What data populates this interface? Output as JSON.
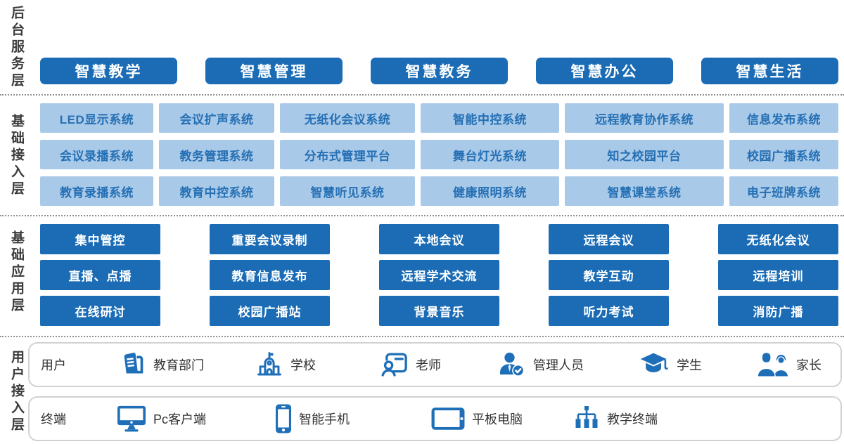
{
  "layers": {
    "backend": {
      "label": "后台服务层"
    },
    "access": {
      "label": "基础接入层"
    },
    "application": {
      "label": "基础应用层"
    },
    "user_access": {
      "label": "用户接入层"
    }
  },
  "backend": {
    "buttons": [
      "智慧教学",
      "智慧管理",
      "智慧教务",
      "智慧办公",
      "智慧生活"
    ]
  },
  "access": {
    "rows": [
      [
        "LED显示系统",
        "会议扩声系统",
        "无纸化会议系统",
        "智能中控系统",
        "远程教育协作系统",
        "信息发布系统"
      ],
      [
        "会议录播系统",
        "教务管理系统",
        "分布式管理平台",
        "舞台灯光系统",
        "知之校园平台",
        "校园广播系统"
      ],
      [
        "教育录播系统",
        "教育中控系统",
        "智慧听见系统",
        "健康照明系统",
        "智慧课堂系统",
        "电子班牌系统"
      ]
    ]
  },
  "application": {
    "rows": [
      [
        "集中管控",
        "重要会议录制",
        "本地会议",
        "远程会议",
        "无纸化会议"
      ],
      [
        "直播、点播",
        "教育信息发布",
        "远程学术交流",
        "教学互动",
        "远程培训"
      ],
      [
        "在线研讨",
        "校园广播站",
        "背景音乐",
        "听力考试",
        "消防广播"
      ]
    ]
  },
  "users": {
    "label": "用户",
    "items": [
      {
        "icon": "government-building-icon",
        "label": "教育部门"
      },
      {
        "icon": "school-icon",
        "label": "学校"
      },
      {
        "icon": "teacher-icon",
        "label": "老师"
      },
      {
        "icon": "admin-check-icon",
        "label": "管理人员"
      },
      {
        "icon": "graduation-cap-icon",
        "label": "学生"
      },
      {
        "icon": "parents-icon",
        "label": "家长"
      }
    ]
  },
  "terminals": {
    "label": "终端",
    "items": [
      {
        "icon": "desktop-monitor-icon",
        "label": "Pc客户端"
      },
      {
        "icon": "smartphone-icon",
        "label": "智能手机"
      },
      {
        "icon": "tablet-icon",
        "label": "平板电脑"
      },
      {
        "icon": "teaching-terminal-network-icon",
        "label": "教学终端"
      }
    ]
  },
  "colors": {
    "primary_blue": "#1b6cb5",
    "light_blue": "#a9c9e9",
    "light_blue_text": "#2570b4",
    "icon_blue": "#1e6fb8",
    "panel_border": "#d2d2d2",
    "divider_gray": "#909090",
    "label_text": "#3b3b3b"
  }
}
